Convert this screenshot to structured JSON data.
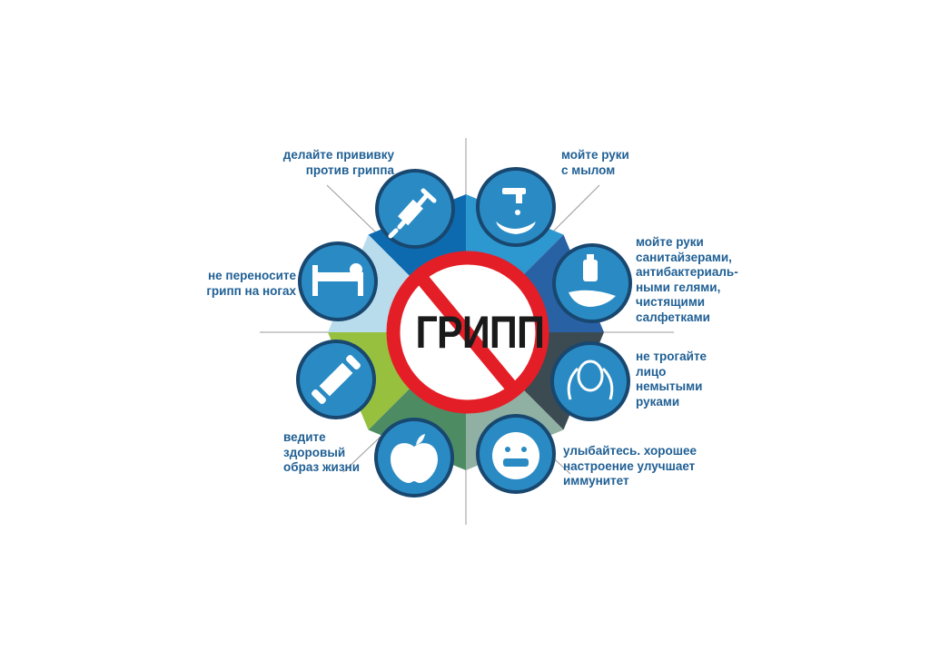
{
  "center": {
    "word": "ГРИПП"
  },
  "tips": [
    {
      "id": "vaccinate",
      "icon": "syringe-icon",
      "lines": [
        "делайте прививку",
        "против гриппа"
      ]
    },
    {
      "id": "wash-hands",
      "icon": "faucet-hands-icon",
      "lines": [
        "мойте руки",
        "с мылом"
      ]
    },
    {
      "id": "sanitize-hands",
      "icon": "hand-sanitizer-icon",
      "lines": [
        "мойте руки",
        "санитайзерами,",
        "антибактериаль-",
        "ными гелями,",
        "чистящими",
        "салфетками"
      ]
    },
    {
      "id": "dont-touch-face",
      "icon": "hands-face-icon",
      "lines": [
        "не трогайте",
        "лицо",
        "немытыми",
        "руками"
      ]
    },
    {
      "id": "smile",
      "icon": "smiley-face-icon",
      "lines": [
        "улыбайтесь. хорошее",
        "настроение улучшает",
        "иммунитет"
      ]
    },
    {
      "id": "healthy-lifestyle-apple",
      "icon": "apple-icon",
      "lines": []
    },
    {
      "id": "healthy-lifestyle",
      "icon": "dumbbell-icon",
      "lines": [
        "ведите",
        "здоровый",
        "образ жизни"
      ]
    },
    {
      "id": "stay-in-bed",
      "icon": "bed-icon",
      "lines": [
        "не переносите",
        "грипп на ногах"
      ]
    }
  ],
  "colors": {
    "circle_fill": "#2a8bc4",
    "circle_border": "#18476f",
    "caption_text": "#1f5f94",
    "prohibition_red": "#e41e26",
    "segments": [
      "#0d6aae",
      "#2d97d0",
      "#2961a5",
      "#3c4a52",
      "#8fb0a3",
      "#4d8c63",
      "#98c03f",
      "#b9dcec"
    ]
  }
}
